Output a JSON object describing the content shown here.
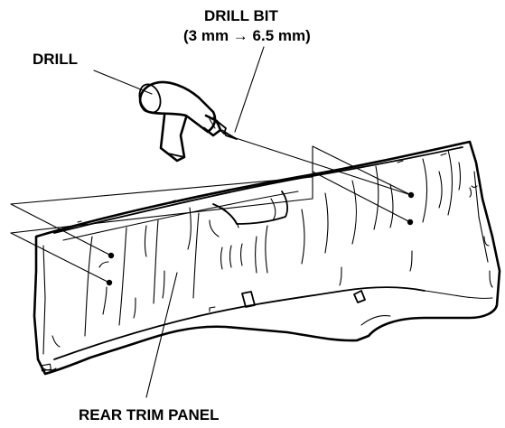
{
  "labels": {
    "drill": "DRILL",
    "drill_bit_line1": "DRILL BIT",
    "drill_bit_line2": "(3 mm → 6.5 mm)",
    "rear_trim_panel": "REAR TRIM PANEL"
  },
  "colors": {
    "ink": "#000000",
    "background": "#ffffff"
  },
  "drill_holes_count": 4
}
